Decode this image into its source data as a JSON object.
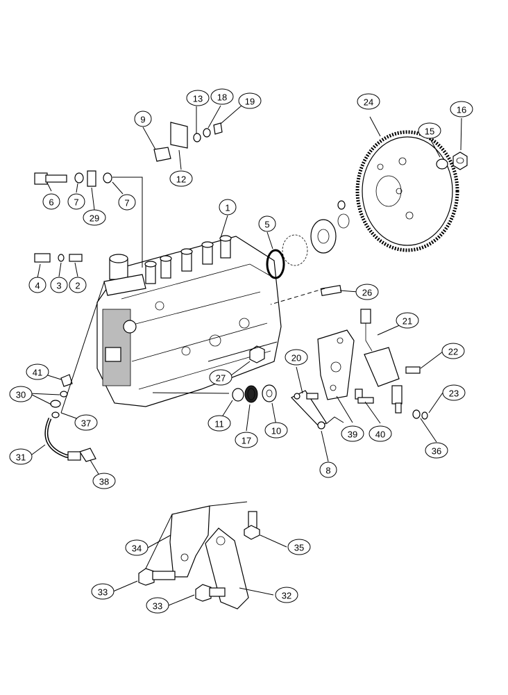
{
  "callouts": [
    {
      "label": "1"
    },
    {
      "label": "2"
    },
    {
      "label": "3"
    },
    {
      "label": "4"
    },
    {
      "label": "5"
    },
    {
      "label": "6"
    },
    {
      "label": "7"
    },
    {
      "label": "7"
    },
    {
      "label": "8"
    },
    {
      "label": "9"
    },
    {
      "label": "10"
    },
    {
      "label": "11"
    },
    {
      "label": "12"
    },
    {
      "label": "13"
    },
    {
      "label": "15"
    },
    {
      "label": "16"
    },
    {
      "label": "17"
    },
    {
      "label": "18"
    },
    {
      "label": "19"
    },
    {
      "label": "20"
    },
    {
      "label": "21"
    },
    {
      "label": "22"
    },
    {
      "label": "23"
    },
    {
      "label": "24"
    },
    {
      "label": "26"
    },
    {
      "label": "27"
    },
    {
      "label": "29"
    },
    {
      "label": "30"
    },
    {
      "label": "31"
    },
    {
      "label": "32"
    },
    {
      "label": "33"
    },
    {
      "label": "33"
    },
    {
      "label": "34"
    },
    {
      "label": "35"
    },
    {
      "label": "36"
    },
    {
      "label": "37"
    },
    {
      "label": "38"
    },
    {
      "label": "39"
    },
    {
      "label": "40"
    },
    {
      "label": "41"
    }
  ]
}
